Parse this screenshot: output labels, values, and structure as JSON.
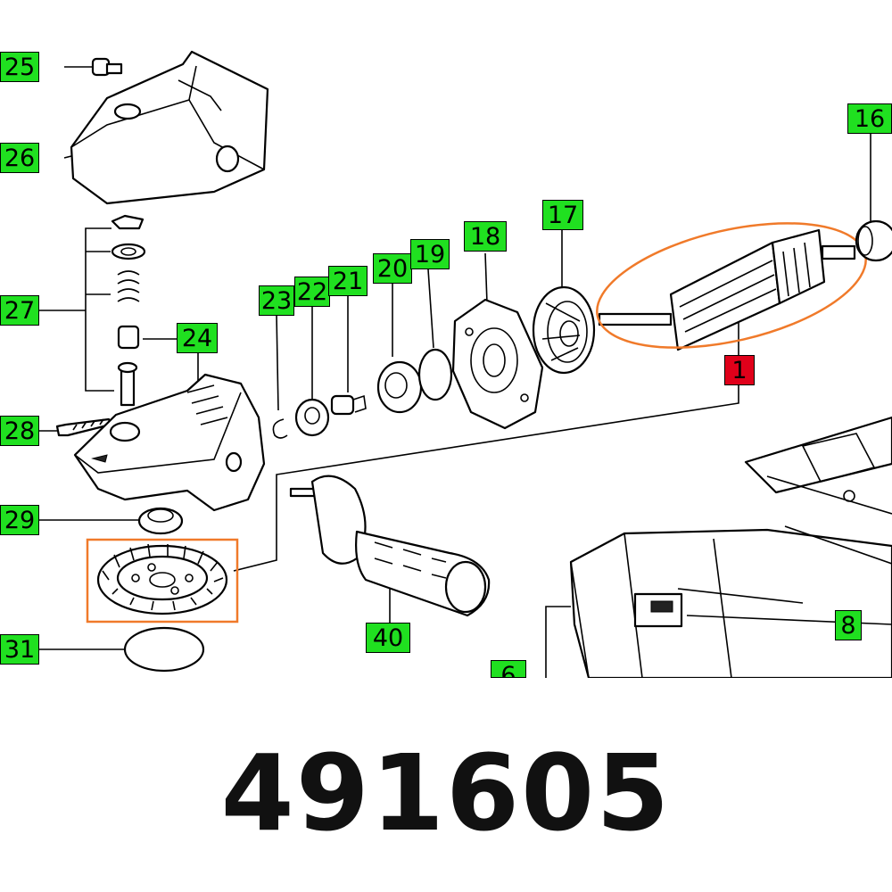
{
  "diagram": {
    "labels": {
      "l25": "25",
      "l26": "26",
      "l27": "27",
      "l28": "28",
      "l29": "29",
      "l31": "31",
      "l24": "24",
      "l23": "23",
      "l22": "22",
      "l21": "21",
      "l20": "20",
      "l19": "19",
      "l18": "18",
      "l17": "17",
      "l16": "16",
      "l1": "1",
      "l40": "40",
      "l8": "8",
      "l6": "6"
    },
    "colors": {
      "label_bg": "#20e020",
      "highlight_label_bg": "#e0001a",
      "highlight_outline": "#f07a2a"
    }
  },
  "part_number": "491605"
}
